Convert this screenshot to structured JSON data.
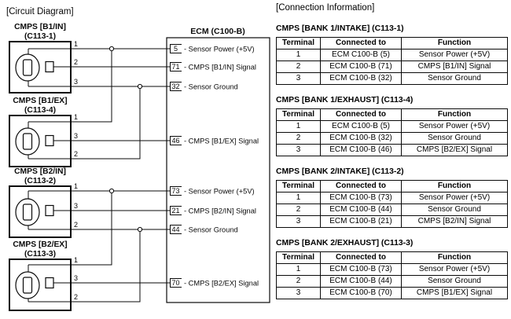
{
  "colors": {
    "ink": "#0a0a0a",
    "paper": "#ffffff"
  },
  "circuit": {
    "section_title": "[Circuit Diagram]",
    "connectors": [
      {
        "name": "CMPS [B1/IN]",
        "code": "(C113-1)",
        "pins": [
          "1",
          "2",
          "3"
        ]
      },
      {
        "name": "CMPS [B1/EX]",
        "code": "(C113-4)",
        "pins": [
          "1",
          "3",
          "2"
        ]
      },
      {
        "name": "CMPS [B2/IN]",
        "code": "(C113-2)",
        "pins": [
          "1",
          "3",
          "2"
        ]
      },
      {
        "name": "CMPS [B2/EX]",
        "code": "(C113-3)",
        "pins": [
          "1",
          "3",
          "2"
        ]
      }
    ],
    "ecm": {
      "title": "ECM (C100-B)",
      "pins": [
        {
          "num": "5",
          "label": "- Sensor Power (+5V)"
        },
        {
          "num": "71",
          "label": "- CMPS [B1/IN] Signal"
        },
        {
          "num": "32",
          "label": "- Sensor Ground"
        },
        {
          "num": "46",
          "label": "- CMPS [B1/EX] Signal"
        },
        {
          "num": "73",
          "label": "- Sensor Power (+5V)"
        },
        {
          "num": "21",
          "label": "- CMPS [B2/IN] Signal"
        },
        {
          "num": "44",
          "label": "- Sensor Ground"
        },
        {
          "num": "70",
          "label": "- CMPS [B2/EX] Signal"
        }
      ]
    }
  },
  "connection_info": {
    "section_title": "[Connection Information]",
    "tables": [
      {
        "title": "CMPS [BANK 1/INTAKE] (C113-1)",
        "headers": [
          "Terminal",
          "Connected to",
          "Function"
        ],
        "rows": [
          [
            "1",
            "ECM C100-B (5)",
            "Sensor Power (+5V)"
          ],
          [
            "2",
            "ECM C100-B (71)",
            "CMPS [B1/IN] Signal"
          ],
          [
            "3",
            "ECM C100-B (32)",
            "Sensor Ground"
          ]
        ]
      },
      {
        "title": "CMPS [BANK 1/EXHAUST] (C113-4)",
        "headers": [
          "Terminal",
          "Connected to",
          "Function"
        ],
        "rows": [
          [
            "1",
            "ECM C100-B (5)",
            "Sensor Power (+5V)"
          ],
          [
            "2",
            "ECM C100-B (32)",
            "Sensor Ground"
          ],
          [
            "3",
            "ECM C100-B (46)",
            "CMPS [B2/EX] Signal"
          ]
        ]
      },
      {
        "title": "CMPS [BANK 2/INTAKE] (C113-2)",
        "headers": [
          "Terminal",
          "Connected to",
          "Function"
        ],
        "rows": [
          [
            "1",
            "ECM C100-B (73)",
            "Sensor Power (+5V)"
          ],
          [
            "2",
            "ECM C100-B (44)",
            "Sensor Ground"
          ],
          [
            "3",
            "ECM C100-B (21)",
            "CMPS [B2/IN] Signal"
          ]
        ]
      },
      {
        "title": "CMPS [BANK 2/EXHAUST] (C113-3)",
        "headers": [
          "Terminal",
          "Connected to",
          "Function"
        ],
        "rows": [
          [
            "1",
            "ECM C100-B (73)",
            "Sensor Power (+5V)"
          ],
          [
            "2",
            "ECM C100-B (44)",
            "Sensor Ground"
          ],
          [
            "3",
            "ECM C100-B (70)",
            "CMPS [B1/EX] Signal"
          ]
        ]
      }
    ]
  }
}
